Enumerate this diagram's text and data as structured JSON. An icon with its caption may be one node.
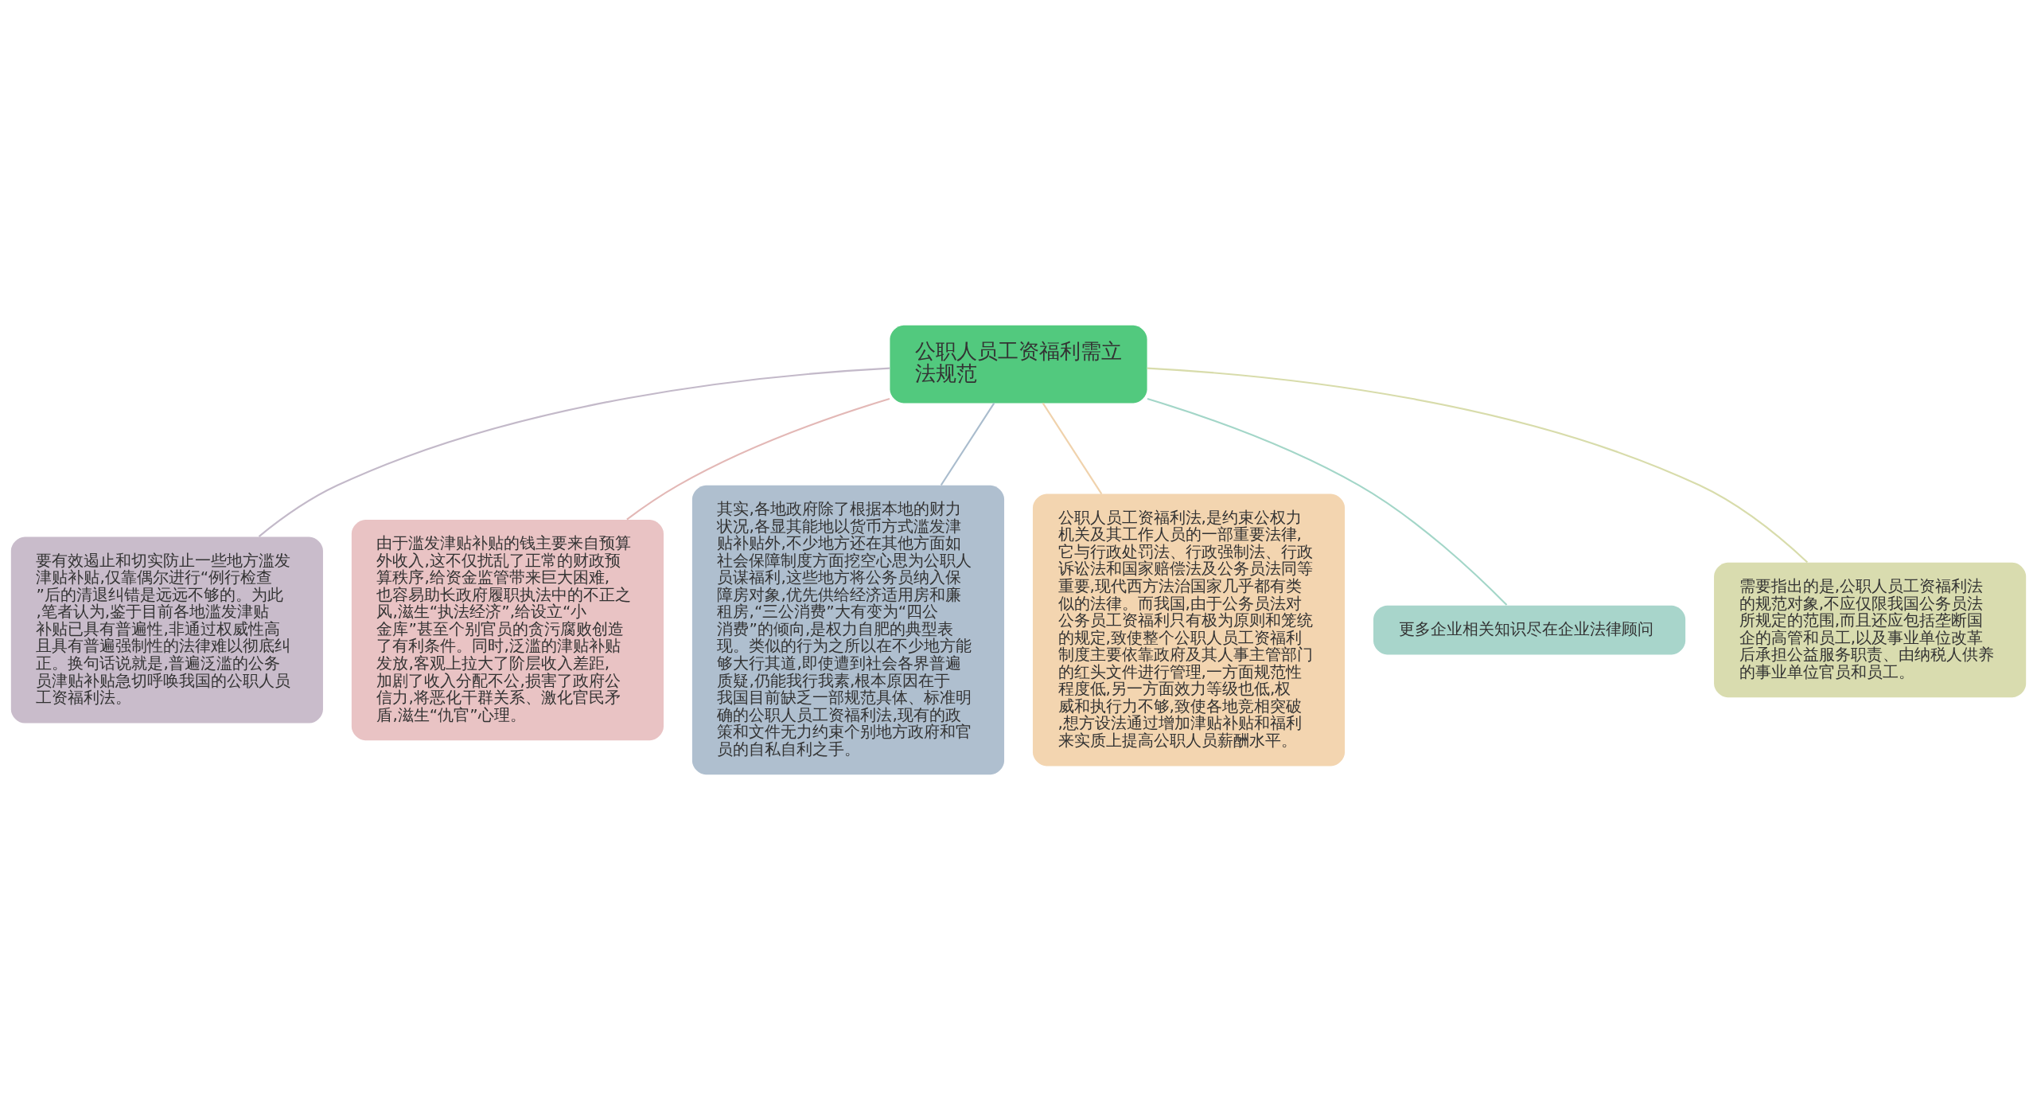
{
  "diagram": {
    "nodes": [
      {
        "text": [
          "公职人员工资福利需立法规范"
        ]
      },
      {
        "text": [
          "要有效遏止和切实防止一些地方滥发津贴补贴,仅靠偶尔进行“例行检查”后的清退纠错是远远不够的。为此,笔者认为,鉴于目前各地滥发津贴补贴已具有普遍性,非通过权威性高且具有普遍强制性的法律难以彻底纠正。换句话说就是,普遍泛滥的公务员津贴补贴急切呼唤我国的公职人员工资福利法。"
        ]
      },
      {
        "text": [
          "由于滥发津贴补贴的钱主要来自预算外收入,这不仅扰乱了正常的财政预算秩序,给资金监管带来巨大困难,也容易助长政府履职执法中的不正之风,滋生“执法经济”,给设立“小金库”甚至个别官员的贪污腐败创造了有利条件。同时,泛滥的津贴补贴发放,客观上拉大了阶层收入差距,加剧了收入分配不公,损害了政府公信力,将恶化干群关系、激化官民矛盾,滋生“仇官”心理。"
        ]
      },
      {
        "text": [
          "其实,各地政府除了根据本地的财力状况,各显其能地以货币方式滥发津贴补贴外,不少地方还在其他方面如社会保障制度方面挖空心思为公职人员谋福利,这些地方将公务员纳入保障房对象,优先供给经济适用房和廉租房,“三公消费”大有变为“四公消费”的倾向,是权力自肥的典型表现。类似的行为之所以在不少地方能够大行其道,即使遭到社会各界普遍质疑,仍能我行我素,根本原因在于我国目前缺乏一部规范具体、标准明确的公职人员工资福利法,现有的政策和文件无力约束个别地方政府和官员的自私自利之手。"
        ]
      },
      {
        "text": [
          "公职人员工资福利法,是约束公权力机关及其工作人员的一部重要法律,它与行政处罚法、行政强制法、行政诉讼法和国家赔偿法及公务员法同等重要,现代西方法治国家几乎都有类似的法律。而我国,由于公务员法对公务员工资福利只有极为原则和笼统的规定,致使整个公职人员工资福利制度主要依靠政府及其人事主管部门的红头文件进行管理,一方面规范性程度低,另一方面效力等级也低,权威和执行力不够,致使各地竞相突破,想方设法通过增加津贴补贴和福利来实质上提高公职人员薪酬水平。"
        ]
      },
      {
        "text": [
          "更多企业相关知识尽在企业法律顾问"
        ]
      },
      {
        "text": [
          "需要指出的是,公职人员工资福利法的规范对象,不应仅限我国公务员法所规定的范围,而且还应包括垄断国企的高管和员工,以及事业单位改革后承担公益服务职责、由纳税人供养的事业单位官员和员工。"
        ]
      }
    ],
    "edges": [
      {
        "from": 0,
        "to": 1,
        "arrow": "none",
        "color": "#c3b9c9"
      },
      {
        "from": 0,
        "to": 2,
        "arrow": "none",
        "color": "#e3b8b6"
      },
      {
        "from": 0,
        "to": 3,
        "arrow": "none",
        "color": "#a9bccd"
      },
      {
        "from": 0,
        "to": 4,
        "arrow": "none",
        "color": "#f0d2ac"
      },
      {
        "from": 0,
        "to": 5,
        "arrow": "none",
        "color": "#a3d6c8"
      },
      {
        "from": 0,
        "to": 6,
        "arrow": "none",
        "color": "#d8dcab"
      }
    ]
  }
}
